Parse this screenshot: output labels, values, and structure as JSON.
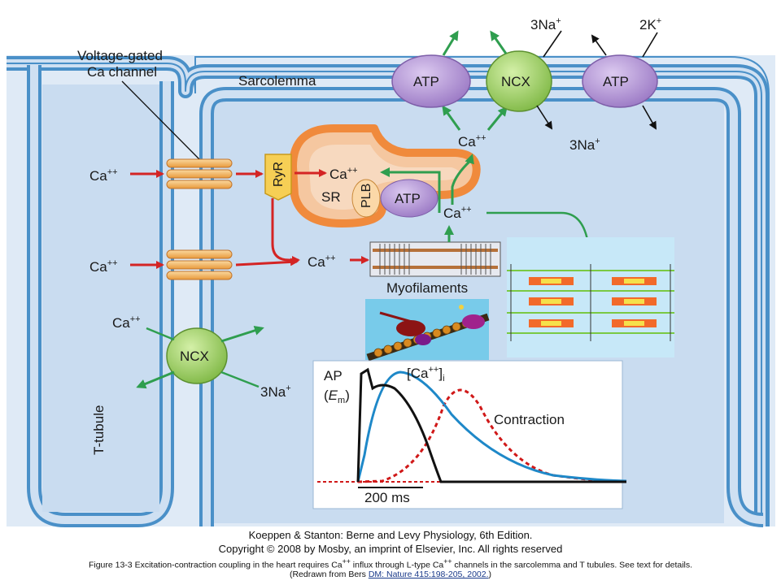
{
  "labels": {
    "voltage_gated_line1": "Voltage-gated",
    "voltage_gated_line2": "Ca channel",
    "sarcolemma": "Sarcolemma",
    "t_tubule": "T-tubule",
    "ryr": "RyR",
    "sr": "SR",
    "plb": "PLB",
    "atp": "ATP",
    "ncx": "NCX",
    "myofilaments": "Myofilaments",
    "ca_ion": "Ca",
    "charge_2plus": "++",
    "na3": "3Na",
    "k2": "2K",
    "charge_plus": "+"
  },
  "graph": {
    "ap_label": "AP",
    "em_label": "E",
    "em_sub": "m",
    "ca_i_label": "[Ca",
    "ca_i_sub": "i",
    "contraction_label": "Contraction",
    "scale_label": "200 ms",
    "colors": {
      "ap": "#111111",
      "ca": "#1e88c8",
      "contraction": "#d01818"
    }
  },
  "colors": {
    "membrane": "#4a90c8",
    "cytoplasm": "#cfe0f2",
    "background": "#dde9f5",
    "atp": "#b79bd6",
    "ncx": "#a7d36a",
    "ryr": "#f2c94c",
    "sr": "#f08a3c",
    "arrow_red": "#d42424",
    "arrow_green": "#2f9e4f"
  },
  "caption": {
    "credit_line_1": "Koeppen & Stanton: Berne and Levy Physiology, 6th Edition.",
    "credit_line_2": "Copyright © 2008 by Mosby, an imprint of Elsevier, Inc. All rights reserved",
    "figure_prefix": "Figure 13-3 Excitation-contraction coupling in the heart requires Ca",
    "figure_mid": " influx through L-type Ca",
    "figure_suffix": " channels in the sarcolemma and T tubules. See text for details.",
    "redrawn_prefix": "(Redrawn from Bers ",
    "redrawn_link": "DM: Nature 415:198-205, 2002.",
    "redrawn_suffix": ")"
  }
}
